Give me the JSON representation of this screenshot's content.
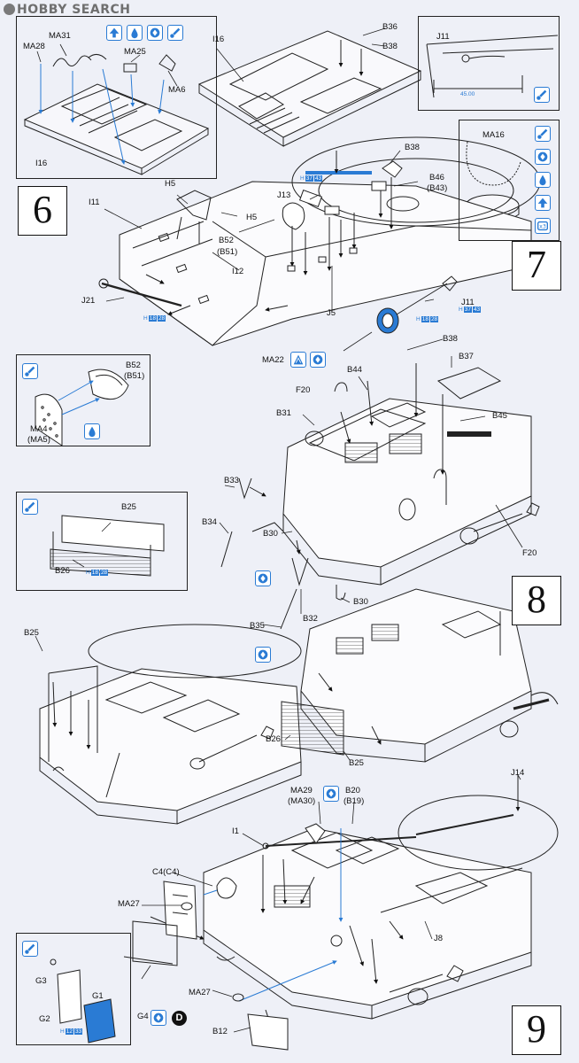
{
  "watermark": "HOBBY SEARCH",
  "steps": {
    "s6": "6",
    "s7": "7",
    "s8": "8",
    "s9": "9"
  },
  "icons": {
    "glue": "glue-drop-icon",
    "paint": "paint-brush-icon",
    "flip": "flip-arrows-icon",
    "up": "arrow-up-icon",
    "photo_etch": "photo-etch-icon",
    "twice": "repeat-x3-icon",
    "decal_d": "D"
  },
  "colors": {
    "accent": "#2a7bd4",
    "line": "#222222",
    "paper": "#eef0f7"
  },
  "refs": {
    "r1": {
      "part": "H",
      "a": "37",
      "b": "43"
    },
    "r2": {
      "part": "H",
      "a": "18",
      "b": "28"
    },
    "r3": {
      "part": "H",
      "a": "18",
      "b": "28"
    },
    "r4": {
      "part": "H",
      "a": "37",
      "b": "43"
    },
    "r5": {
      "part": "H",
      "a": "18",
      "b": "28"
    },
    "r6": {
      "part": "H",
      "a": "12",
      "b": "33"
    }
  },
  "measure": "45.00",
  "labels": {
    "MA31": "MA31",
    "MA28": "MA28",
    "MA25": "MA25",
    "MA6": "MA6",
    "I16a": "I16",
    "I16b": "I16",
    "B36": "B36",
    "B38a": "B38",
    "J11a": "J11",
    "MA16": "MA16",
    "B38b": "B38",
    "B46": "B46",
    "B43": "(B43)",
    "J13": "J13",
    "B52a": "B52",
    "B51a": "(B51)",
    "H5a": "H5",
    "H5b": "H5",
    "I11": "I11",
    "I12": "I12",
    "J21": "J21",
    "J5": "J5",
    "J11b": "J11",
    "MA22": "MA22",
    "B52b": "B52",
    "B51b": "(B51)",
    "MA4": "MA4",
    "MA5": "(MA5)",
    "B38c": "B38",
    "B37": "B37",
    "B44": "B44",
    "F20a": "F20",
    "B31": "B31",
    "B45": "B45",
    "B33": "B33",
    "B34": "B34",
    "B30a": "B30",
    "F20b": "F20",
    "B25a": "B25",
    "B26a": "B26",
    "B32": "B32",
    "B30b": "B30",
    "B35": "B35",
    "B25b": "B25",
    "B26b": "B26",
    "B25c": "B25",
    "MA29": "MA29",
    "MA30": "(MA30)",
    "B20": "B20",
    "B19": "(B19)",
    "J14": "J14",
    "I1": "I1",
    "C4": "C4(C4)",
    "MA27a": "MA27",
    "MA27b": "MA27",
    "J8": "J8",
    "G3": "G3",
    "G1": "G1",
    "G2": "G2",
    "G4": "G4",
    "B12": "B12"
  }
}
